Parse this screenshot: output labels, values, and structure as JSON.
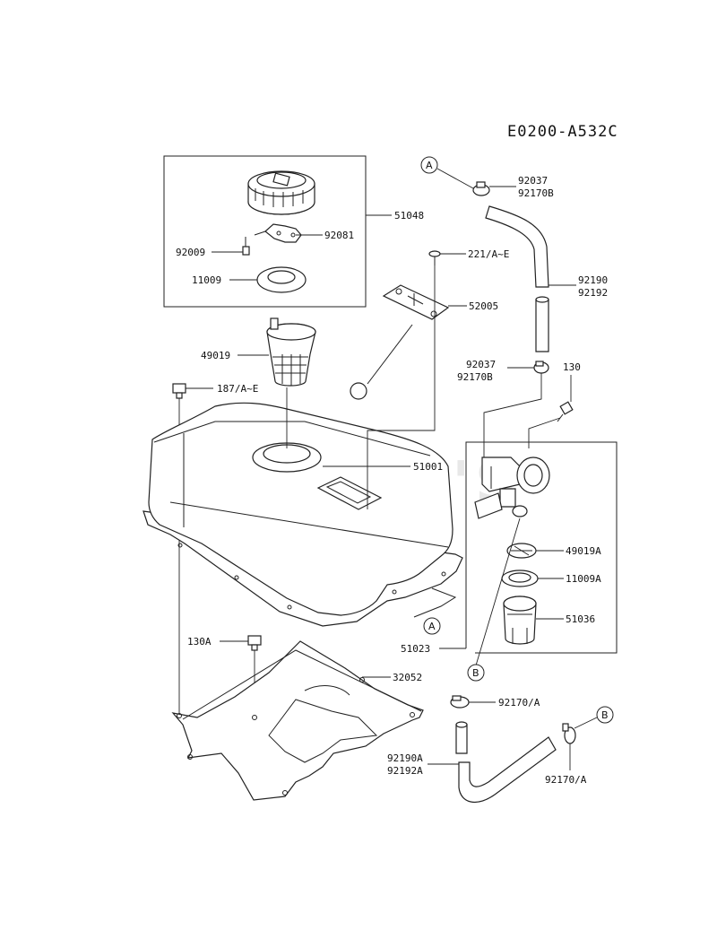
{
  "diagram_code": "E0200-A532C",
  "watermark": "EPLER'S",
  "callouts": {
    "a": "A",
    "b": "B"
  },
  "labels": {
    "p51048": "51048",
    "p92081": "92081",
    "p92009": "92009",
    "p11009": "11009",
    "p49019": "49019",
    "p187": "187/A~E",
    "p221": "221/A~E",
    "p52005": "52005",
    "p51001": "51001",
    "p92037_top": "92037",
    "p92170b_top": "92170B",
    "p92190": "92190",
    "p92192": "92192",
    "p92037_mid": "92037",
    "p92170b_mid": "92170B",
    "p130": "130",
    "p49019a": "49019A",
    "p11009a": "11009A",
    "p51036": "51036",
    "p51023": "51023",
    "p130a": "130A",
    "p32052": "32052",
    "p92170a_1": "92170/A",
    "p92190a": "92190A",
    "p92192a": "92192A",
    "p92170a_2": "92170/A"
  }
}
